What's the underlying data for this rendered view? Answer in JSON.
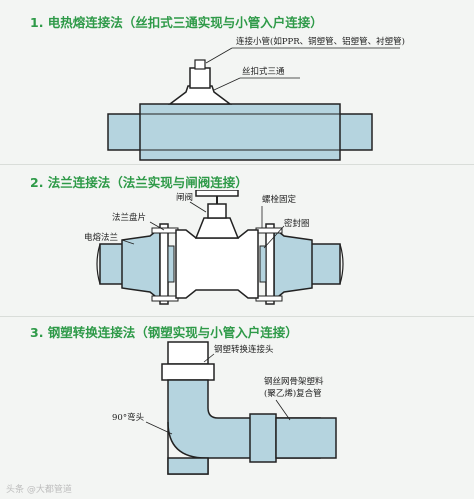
{
  "sections": [
    {
      "title": "1. 电热熔连接法（丝扣式三通实现与小管入户连接）",
      "labels": {
        "small_pipe": "连接小管(如PPR、铜塑管、铝塑管、衬塑管)",
        "tee": "丝扣式三通"
      }
    },
    {
      "title": "2. 法兰连接法（法兰实现与闸阀连接）",
      "labels": {
        "gate_valve": "闸阀",
        "bolt": "螺栓固定",
        "flange_disc": "法兰盘片",
        "seal_ring": "密封圈",
        "ef_flange": "电熔法兰"
      }
    },
    {
      "title": "3. 钢塑转换连接法（钢塑实现与小管入户连接）",
      "labels": {
        "adapter": "钢塑转换连接头",
        "composite_1": "钢丝网骨架塑料",
        "composite_2": "(聚乙烯)复合管",
        "elbow": "90°弯头"
      }
    }
  ],
  "watermark": "头条 @大都管道",
  "colors": {
    "title_green": "#2e9a48",
    "pipe_fill": "#b5d4df",
    "outline": "#222222",
    "fitting_fill": "#ffffff"
  }
}
